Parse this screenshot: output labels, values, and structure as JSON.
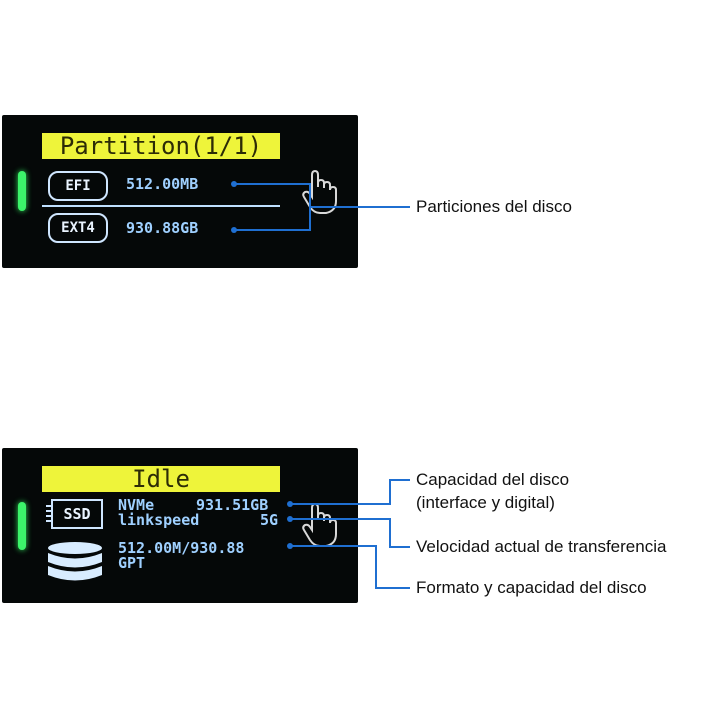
{
  "panel1": {
    "title": "Partition(1/1)",
    "rows": [
      {
        "badge": "EFI",
        "value": "512.00MB"
      },
      {
        "badge": "EXT4",
        "value": "930.88GB"
      }
    ],
    "callout": "Particiones del disco"
  },
  "panel2": {
    "title": "Idle",
    "drive_label": "SSD",
    "line1_left": "NVMe",
    "line1_right": "931.51GB",
    "line2_left": "linkspeed",
    "line2_right": "5G",
    "line3": "512.00M/930.88",
    "line4": "GPT",
    "callouts": {
      "capacity_line1": "Capacidad del disco",
      "capacity_line2": "(interface y digital)",
      "speed": "Velocidad actual de transferencia",
      "format": "Formato y capacidad del disco"
    }
  },
  "colors": {
    "title_bar": "#eef43a",
    "screen_text": "#9fd0ff",
    "callout_line": "#1f6fd1",
    "led": "#3cf36a"
  },
  "icons": [
    "hand-pointer-icon",
    "ssd-chip-icon",
    "disk-stack-icon"
  ]
}
